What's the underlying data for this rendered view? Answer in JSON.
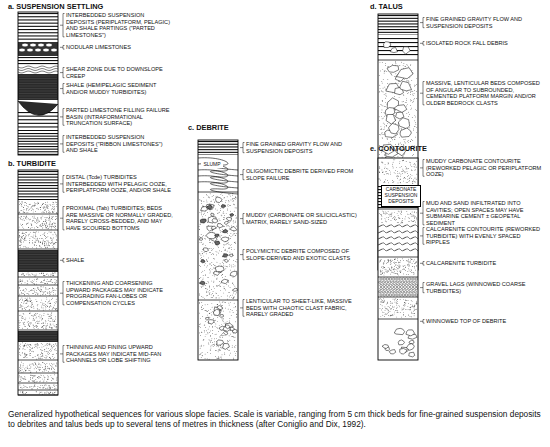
{
  "diagram": {
    "caption": "Generalized hypothetical sequences for various slope facies. Scale is variable, ranging from 5 cm thick beds for fine-grained suspension deposits to debrites and talus beds up to several tens of metres in thickness (after Coniglio and Dix, 1992).",
    "labels": [
      "a. SUSPENSION SETTLING",
      "INTERBEDDED SUSPENSION DEPOSITS (PERIPLATFORM, PELAGIC) AND SHALE PARTINGS (\"PARTED LIMESTONES\")",
      "NODULAR LIMESTONES",
      "SHEAR ZONE DUE TO DOWNSLOPE CREEP",
      "SHALE (HEMIPELAGIC SEDIMENT AND/OR MUDDY TURBIDITES)",
      "PARTED LIMESTONE FILLING FAILURE BASIN (INTRAFORMATIONAL TRUNCATION SURFACE)",
      "INTERBEDDED SUSPENSION DEPOSITS (\"RIBBON LIMESTONES\") AND SHALE",
      "b. TURBIDITE",
      "DISTAL (Tcde) TURBIDITES INTERBEDDED WITH PELAGIC OOZE, PERIPLATFORM OOZE, AND/OR SHALE",
      "PROXIMAL (Tab) TURBIDITES; BEDS ARE MASSIVE OR NORMALLY GRADED, RARELY CROSS-BEDDED, AND MAY HAVE SCOURED BOTTOMS",
      "SHALE",
      "THICKENING AND COARSENING UPWARD PACKAGES MAY INDICATE PROGRADING FAN-LOBES OR COMPENSATION CYCLES",
      "THINNING AND FINING UPWARD PACKAGES MAY INDICATE MID-FAN CHANNELS OR LOBE SHIFTING",
      "c. DEBRITE",
      "SLUMP",
      "FINE GRAINED GRAVITY FLOW AND SUSPENSION DEPOSITS",
      "OLIGOMICTIC DEBRITE DERIVED FROM SLOPE FAILURE",
      "MUDDY (CARBONATE OR SILICICLASTIC) MATRIX, RARELY SAND-SIZED",
      "POLYMICTIC DEBRITE COMPOSED OF SLOPE-DERIVED AND EXOTIC CLASTS",
      "LENTICULAR TO SHEET-LIKE, MASSIVE BEDS WITH CHAOTIC CLAST FABRIC, RARELY GRADED",
      "d. TALUS",
      "FINE GRAINED GRAVITY FLOW AND SUSPENSION DEPOSITS",
      "ISOLATED ROCK FALL DEBRIS",
      "MASSIVE, LENTICULAR BEDS COMPOSED OF ANGULAR TO SUBROUNDED, CEMENTED PLATFORM MARGIN AND/OR OLDER BEDROCK CLASTS",
      "MUD AND SAND INFILTRATED INTO CAVITIES; OPEN SPACES MAY HAVE SUBMARINE CEMENT ± GEOPETAL SEDIMENT",
      "e. CONTOURITE",
      "CARBONATE SUSPENSION DEPOSITS",
      "MUDDY CARBONATE CONTOURITE (REWORKED PELAGIC OR PERIPLATFORM OOZE)",
      "CALCARENITE CONTOURITE (REWORKED TURBIDITE) WITH EVENLY SPACED RIPPLES",
      "CALCARENITE TURBIDITE",
      "GRAVEL LAGS (WINNOWED COARSE TURBIDITES)",
      "WINNOWED TOP OF DEBRITE"
    ]
  }
}
